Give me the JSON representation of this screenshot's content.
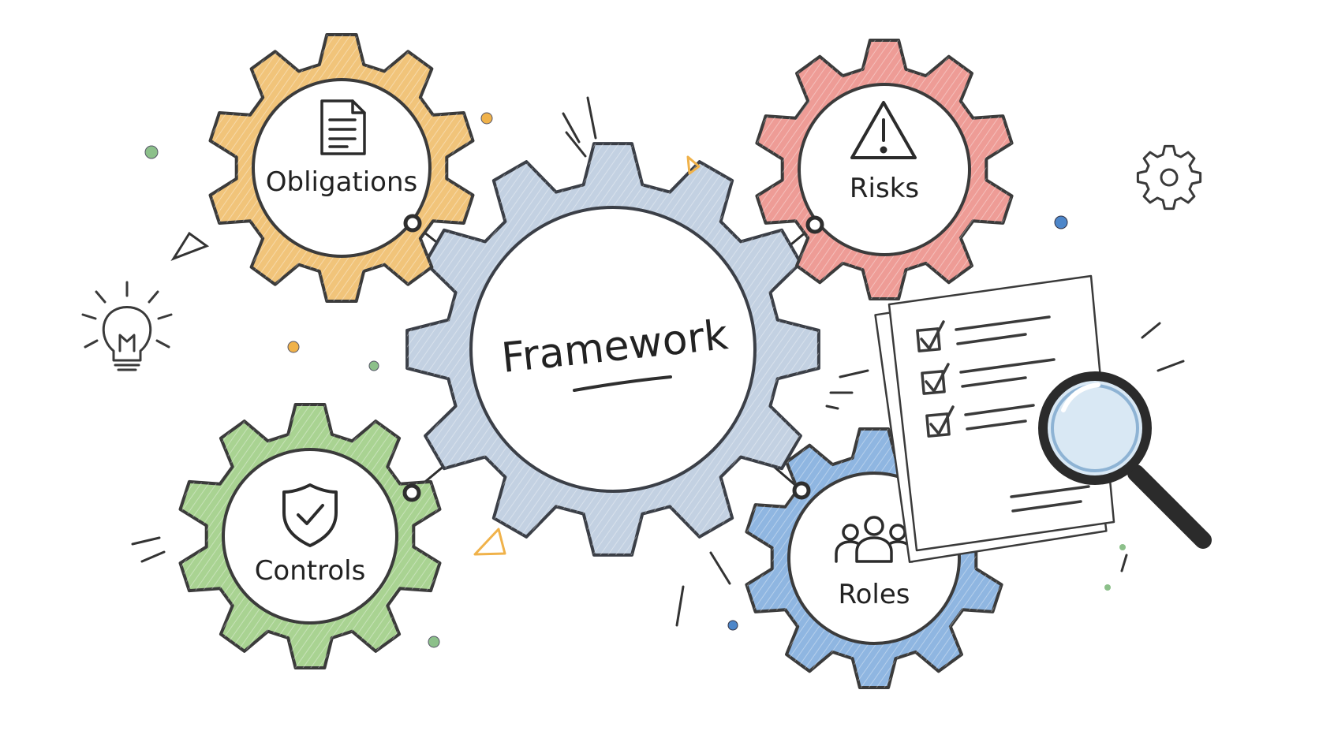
{
  "diagram": {
    "center": {
      "label": "Framework",
      "fill": "#c3d1e2",
      "stroke": "#3b3f47"
    },
    "nodes": [
      {
        "id": "obligations",
        "label": "Obligations",
        "icon": "document-icon",
        "fill": "#f1c47a",
        "stroke": "#3b3b3b"
      },
      {
        "id": "risks",
        "label": "Risks",
        "icon": "warning-icon",
        "fill": "#ee9c96",
        "stroke": "#3b3b3b"
      },
      {
        "id": "controls",
        "label": "Controls",
        "icon": "shield-check-icon",
        "fill": "#a9d392",
        "stroke": "#3b3b3b"
      },
      {
        "id": "roles",
        "label": "Roles",
        "icon": "people-group-icon",
        "fill": "#8fb6e1",
        "stroke": "#3b3b3b"
      }
    ],
    "decorations": [
      "lightbulb-icon",
      "small-gear-icon",
      "checklist-icon",
      "magnifying-glass-icon"
    ],
    "accent_colors": [
      "#f0b24a",
      "#8cc08a",
      "#4d86c9"
    ]
  }
}
